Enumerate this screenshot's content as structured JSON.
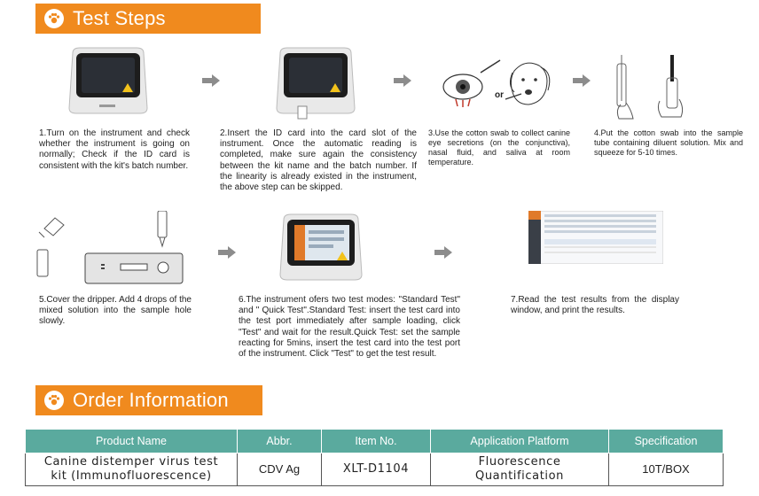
{
  "sections": {
    "test_steps_title": "Test Steps",
    "order_info_title": "Order Information"
  },
  "steps": [
    {
      "text": "1.Turn on the instrument and check whether the instrument is going on normally; Check if the ID card is consistent with the kit's batch number."
    },
    {
      "text": "2.Insert the ID card into the card slot of the instrument. Once the automatic reading is completed, make sure again the consistency between the kit name and the batch number. If the linearity is already existed in the instrument, the above step can be skipped."
    },
    {
      "text": "3.Use the cotton swab to collect canine eye secretions (on the conjunctiva), nasal fluid, and saliva at room temperature."
    },
    {
      "text": "4.Put the cotton swab into the sample tube containing diluent solution. Mix and squeeze for 5-10 times."
    },
    {
      "text": "5.Cover the dripper. Add 4 drops of the mixed solution into the sample hole slowly."
    },
    {
      "text": "6.The instrument ofers two test modes: \"Standard Test\" and \" Quick Test\".Standard Test: insert the test card into the test port immediately after sample loading, click \"Test\" and wait for the result.Quick Test: set the sample reacting for 5mins, insert the test card into the test port of the instrument. Click \"Test\" to get the test result."
    },
    {
      "text": "7.Read the test results from the display window, and print the results."
    }
  ],
  "step3_or_label": "or",
  "order_table": {
    "headers": [
      "Product Name",
      "Abbr.",
      "Item No.",
      "Application Platform",
      "Specification"
    ],
    "row": {
      "product_name": "Canine distemper virus test kit (Immunofluorescence)",
      "abbr": "CDV Ag",
      "item_no": "XLT-D1104",
      "platform": "Fluorescence Quantification",
      "spec": "10T/BOX"
    }
  },
  "colors": {
    "banner": "#f08a1e",
    "table_header": "#5aaa9e",
    "arrow": "#8c8c8c"
  }
}
